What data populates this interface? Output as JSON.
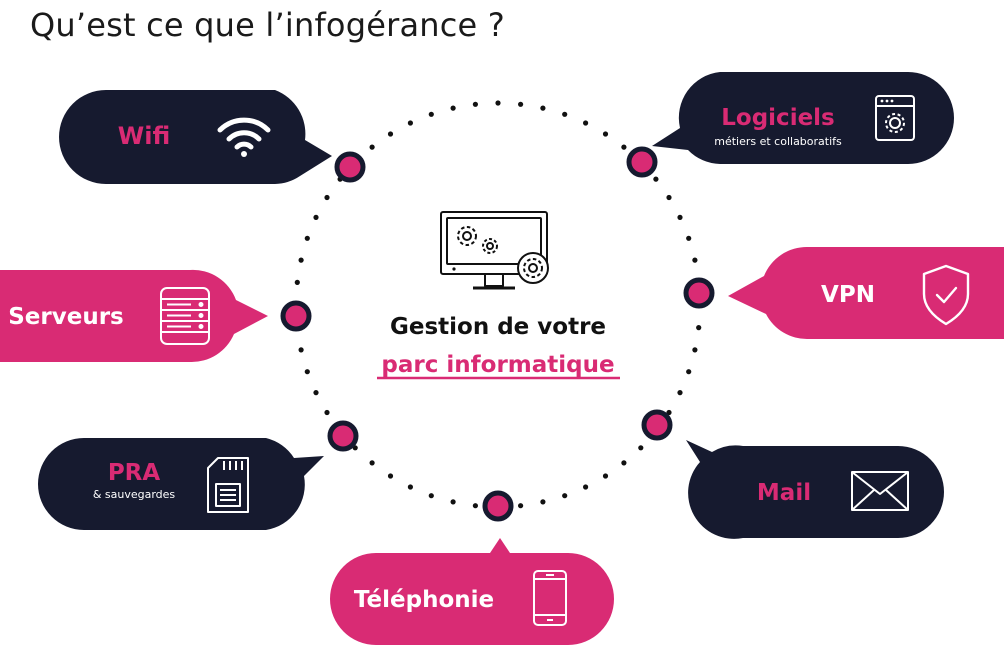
{
  "title": "Qu’est ce que l’infogérance ?",
  "center": {
    "line1": "Gestion de votre",
    "line2": "parc informatique"
  },
  "colors": {
    "navy": "#161a2f",
    "pink": "#d92b74",
    "white": "#ffffff",
    "dark_text": "#111111"
  },
  "bubbles": {
    "wifi": {
      "label": "Wifi",
      "icon": "wifi-icon"
    },
    "logiciels": {
      "label": "Logiciels",
      "sub": "métiers et collaboratifs",
      "icon": "settings-window-icon"
    },
    "serveurs": {
      "label": "Serveurs",
      "icon": "server-icon"
    },
    "vpn": {
      "label": "VPN",
      "icon": "shield-check-icon"
    },
    "pra": {
      "label": "PRA",
      "sub": "& sauvegardes",
      "icon": "sd-card-icon"
    },
    "mail": {
      "label": "Mail",
      "icon": "envelope-icon"
    },
    "telephonie": {
      "label": "Téléphonie",
      "icon": "smartphone-icon"
    }
  }
}
